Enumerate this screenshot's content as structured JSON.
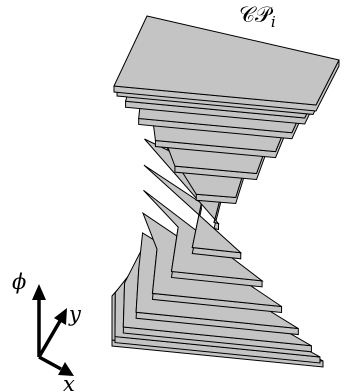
{
  "figure": {
    "set_label": "𝒞𝒫",
    "set_subscript": "i",
    "axes": {
      "phi_label": "ϕ",
      "y_label": "y",
      "x_label": "x"
    },
    "colors": {
      "slab_fill": "#c4c4c4",
      "slab_edge": "#000000",
      "background": "#ffffff"
    },
    "slab_count": 15
  }
}
